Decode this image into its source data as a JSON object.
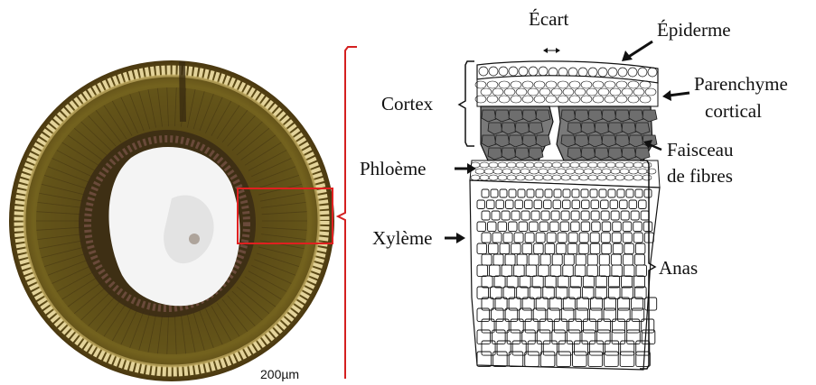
{
  "figure": {
    "scale_bar_label": "200µm",
    "labels": {
      "ecart": "Écart",
      "epiderme": "Épiderme",
      "parenchyme_line1": "Parenchyme",
      "parenchyme_line2": "cortical",
      "cortex": "Cortex",
      "faisceau_line1": "Faisceau",
      "faisceau_line2": "de fibres",
      "phloeme": "Phloème",
      "xyleme": "Xylème",
      "anas": "Anas"
    },
    "colors": {
      "highlight_box": "#e02020",
      "bracket": "#d42020",
      "fiber_bundle": "#7a7a7a",
      "outer_ring": "#6d5a18",
      "fiber_ring": "#e8d8a0",
      "pith": "#f6f6f6"
    }
  }
}
